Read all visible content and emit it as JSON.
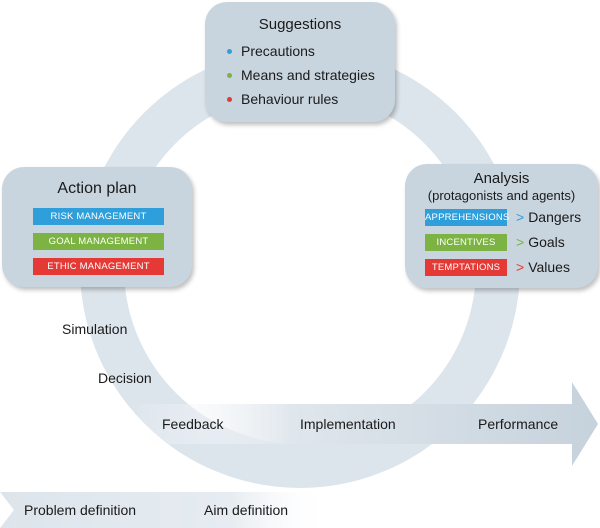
{
  "colors": {
    "cycle": "#dde5ec",
    "arrow": "#d3dde5",
    "box": "#c9d5de",
    "blue": "#2e9fdb",
    "green": "#7cb342",
    "red": "#e53935"
  },
  "suggestions": {
    "title": "Suggestions",
    "items": [
      {
        "text": "Precautions",
        "color": "#2e9fdb"
      },
      {
        "text": "Means and strategies",
        "color": "#7cb342"
      },
      {
        "text": "Behaviour rules",
        "color": "#e53935"
      }
    ]
  },
  "action_plan": {
    "title": "Action plan",
    "tags": [
      {
        "text": "RISK MANAGEMENT",
        "color": "#2e9fdb"
      },
      {
        "text": "GOAL MANAGEMENT",
        "color": "#7cb342"
      },
      {
        "text": "ETHIC MANAGEMENT",
        "color": "#e53935"
      }
    ]
  },
  "analysis": {
    "title": "Analysis",
    "subtitle": "(protagonists and agents)",
    "rows": [
      {
        "tag": "APPREHENSIONS",
        "symbol": ">",
        "target": "Dangers",
        "color": "#2e9fdb"
      },
      {
        "tag": "INCENTIVES",
        "symbol": ">",
        "target": "Goals",
        "color": "#7cb342"
      },
      {
        "tag": "TEMPTATIONS",
        "symbol": ">",
        "target": "Values",
        "color": "#e53935"
      }
    ]
  },
  "labels": {
    "simulation": "Simulation",
    "decision": "Decision",
    "feedback": "Feedback",
    "implementation": "Implementation",
    "performance": "Performance",
    "problem_definition": "Problem definition",
    "aim_definition": "Aim definition"
  }
}
